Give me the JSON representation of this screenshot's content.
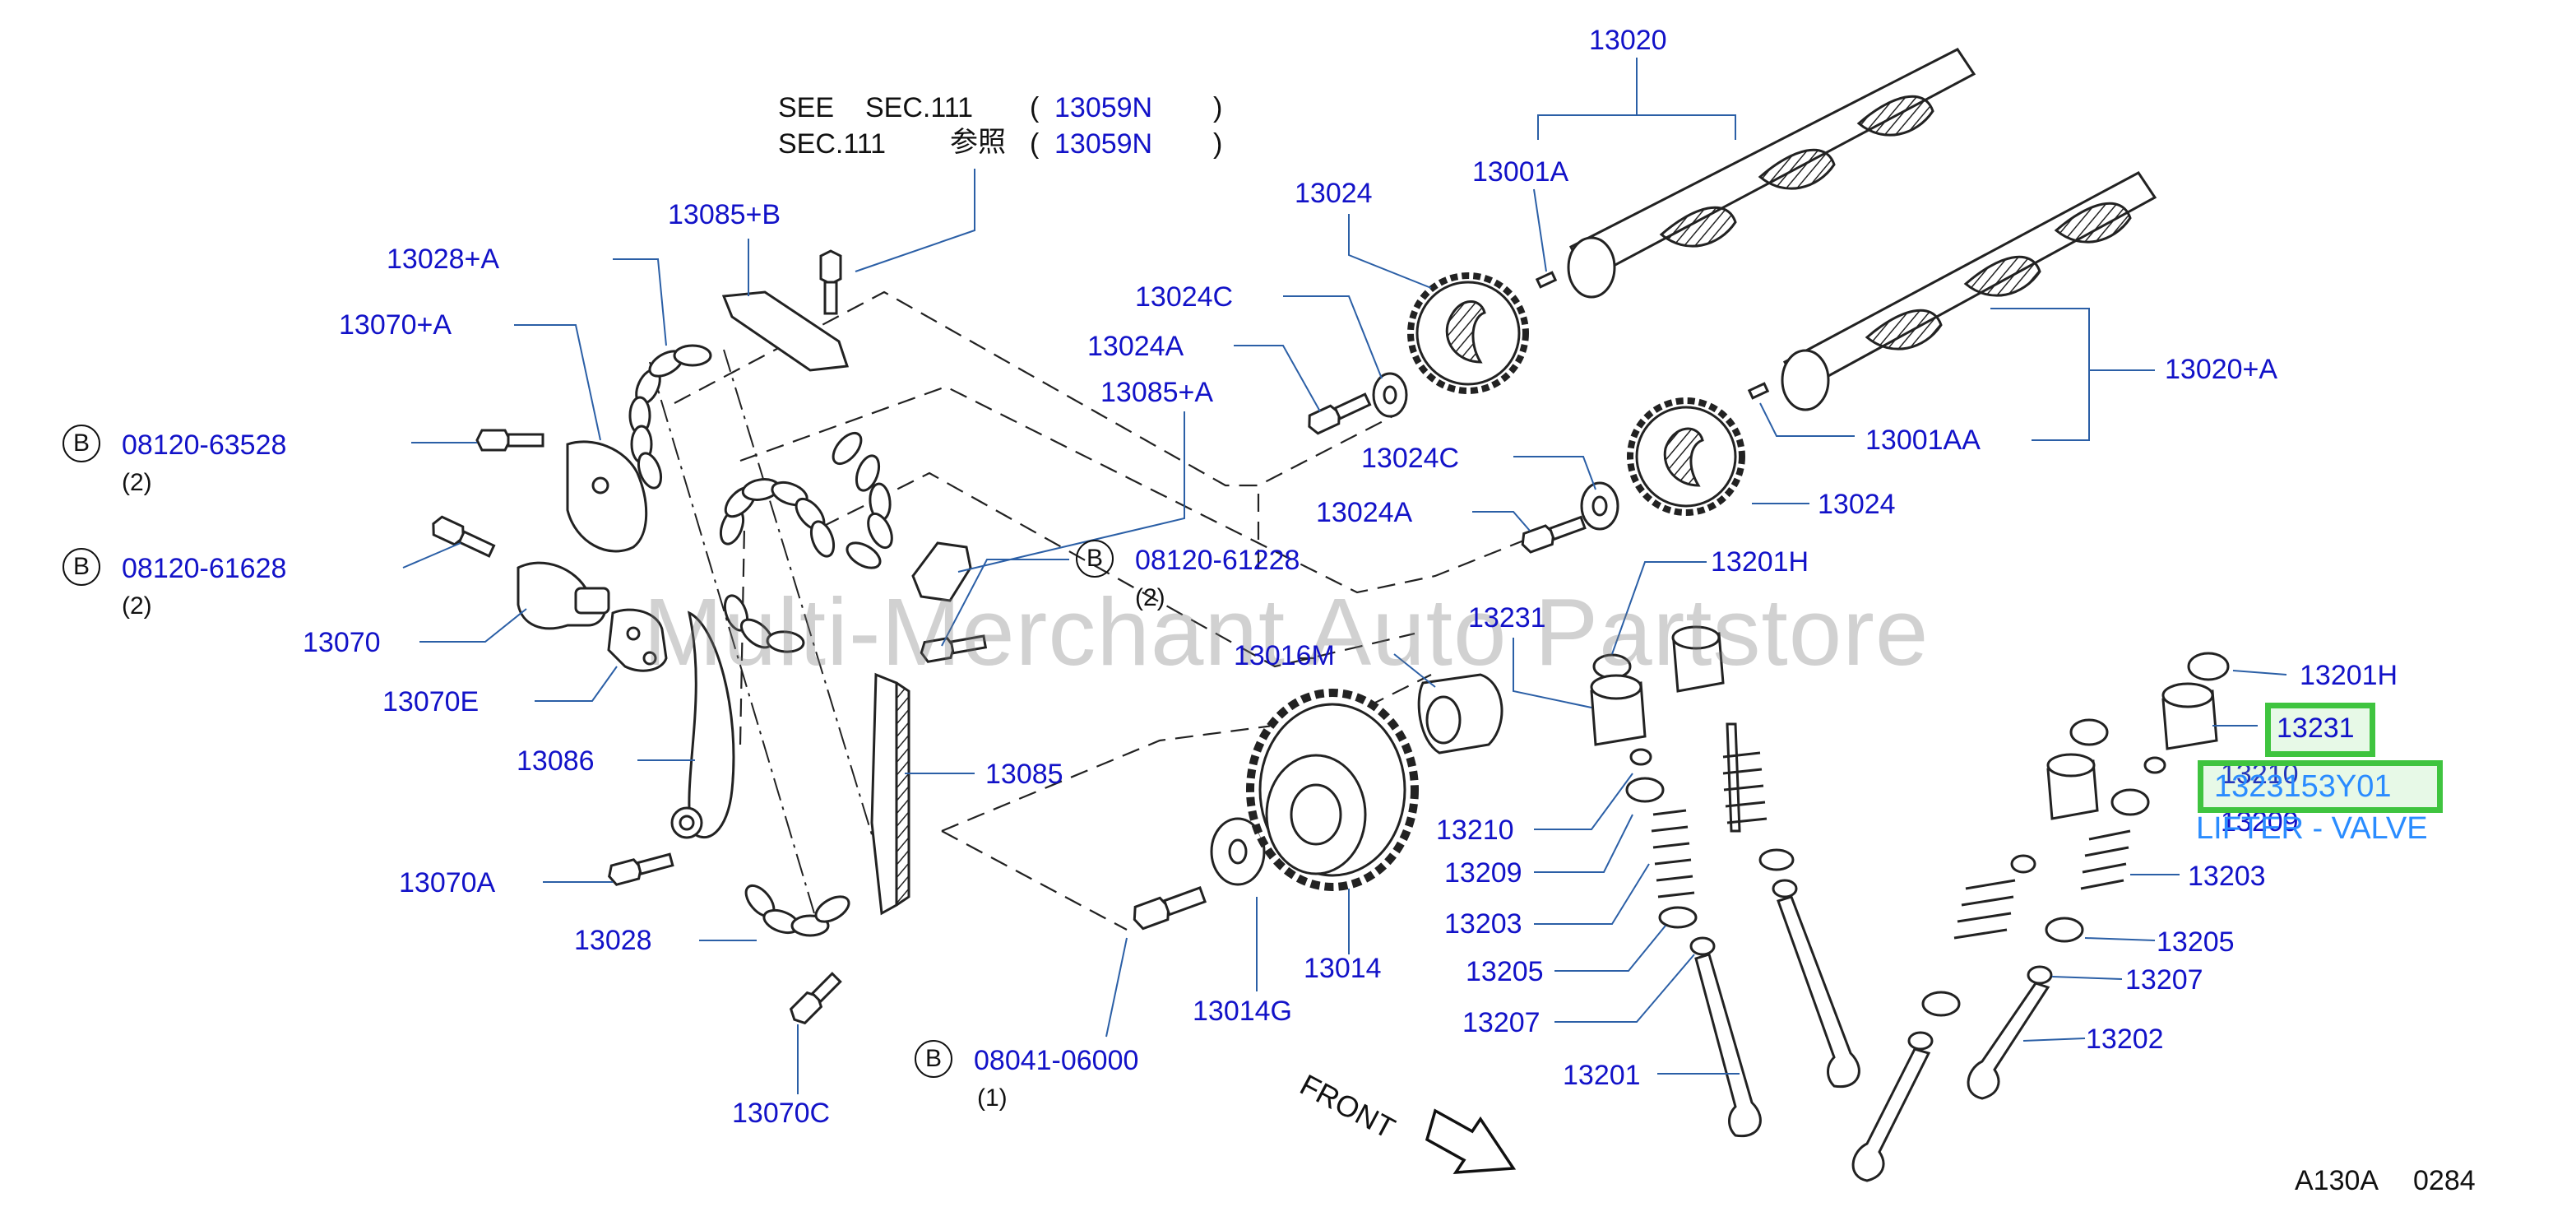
{
  "reference": {
    "line1": {
      "see": "SEE",
      "sec": "SEC.111",
      "open": "(",
      "code": "13059N",
      "close": ")"
    },
    "line2": {
      "sec": "SEC.111",
      "kanji": "参照",
      "open": "(",
      "code": "13059N",
      "close": ")"
    }
  },
  "parts": {
    "p13020": "13020",
    "p13001A": "13001A",
    "p13024_top": "13024",
    "p13085B": "13085+B",
    "p13028A": "13028+A",
    "p13070A_plus": "13070+A",
    "p13024C_top": "13024C",
    "p13024A_top": "13024A",
    "p13085A": "13085+A",
    "p13020A": "13020+A",
    "p13001AA": "13001AA",
    "p13024C_mid": "13024C",
    "p13024_mid": "13024",
    "p13024A_mid": "13024A",
    "p13201H_mid": "13201H",
    "p13231_mid": "13231",
    "p13016M": "13016M",
    "p13070": "13070",
    "p13070E": "13070E",
    "p13086": "13086",
    "p13085": "13085",
    "p13070A": "13070A",
    "p13028": "13028",
    "p13070C": "13070C",
    "p13014G": "13014G",
    "p13014": "13014",
    "p13210_mid": "13210",
    "p13209_mid": "13209",
    "p13203_mid": "13203",
    "p13205_mid": "13205",
    "p13207_mid": "13207",
    "p13201": "13201",
    "p13201H_right": "13201H",
    "p13231_right": "13231",
    "p13210_right": "13210",
    "p13209_right": "13209",
    "p13203_right": "13203",
    "p13205_right": "13205",
    "p13207_right": "13207",
    "p13202": "13202"
  },
  "bolts": {
    "b1": {
      "marker": "B",
      "code": "08120-63528",
      "qty": "(2)"
    },
    "b2": {
      "marker": "B",
      "code": "08120-61628",
      "qty": "(2)"
    },
    "b3": {
      "marker": "B",
      "code": "08120-61228",
      "qty": "(2)"
    },
    "b4": {
      "marker": "B",
      "code": "08041-06000",
      "qty": "(1)"
    }
  },
  "highlight": {
    "part_number": "1323153Y01",
    "description": "LIFTER - VALVE",
    "color": "#3fc43f"
  },
  "front_label": "FRONT",
  "watermark": "Multi-Merchant Auto Partstore",
  "figure_code": "A130A",
  "figure_number": "0284",
  "colors": {
    "callout": "#1212c8",
    "leader": "#2b5fa6",
    "ink": "#111111",
    "highlight_text": "#2a8cff"
  }
}
